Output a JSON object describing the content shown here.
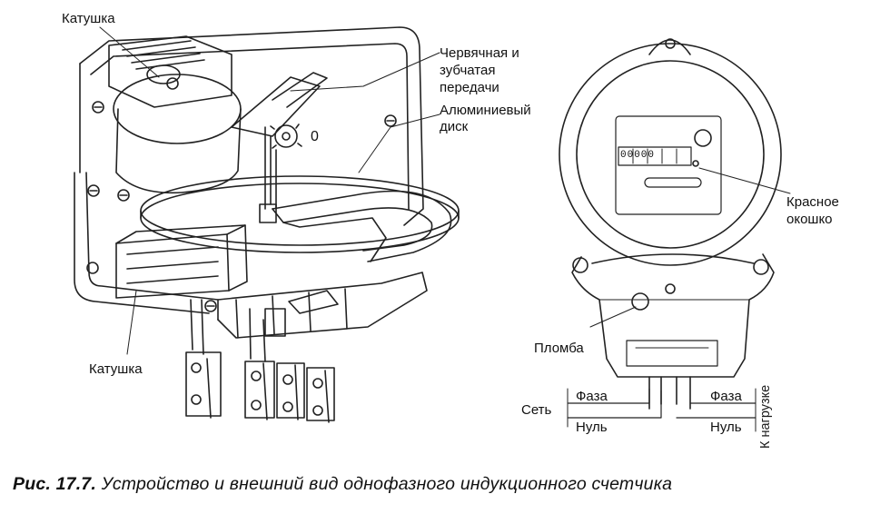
{
  "labels": {
    "coil_top": "Катушка",
    "worm_gear": [
      "Червячная и",
      "зубчатая",
      "передачи"
    ],
    "aluminum_disk": [
      "Алюминиевый",
      "диск"
    ],
    "red_window": [
      "Красное",
      "окошко"
    ],
    "seal": "Пломба",
    "coil_bottom": "Катушка",
    "network": "Сеть",
    "phase_left": "Фаза",
    "neutral_left": "Нуль",
    "phase_right": "Фаза",
    "neutral_right": "Нуль",
    "to_load": "К нагрузке",
    "zero_mark": "0"
  },
  "meter_counter": "00000",
  "caption": {
    "prefix": "Рис. 17.7.",
    "text": "Устройство и внешний вид однофазного индукционного счетчика"
  }
}
